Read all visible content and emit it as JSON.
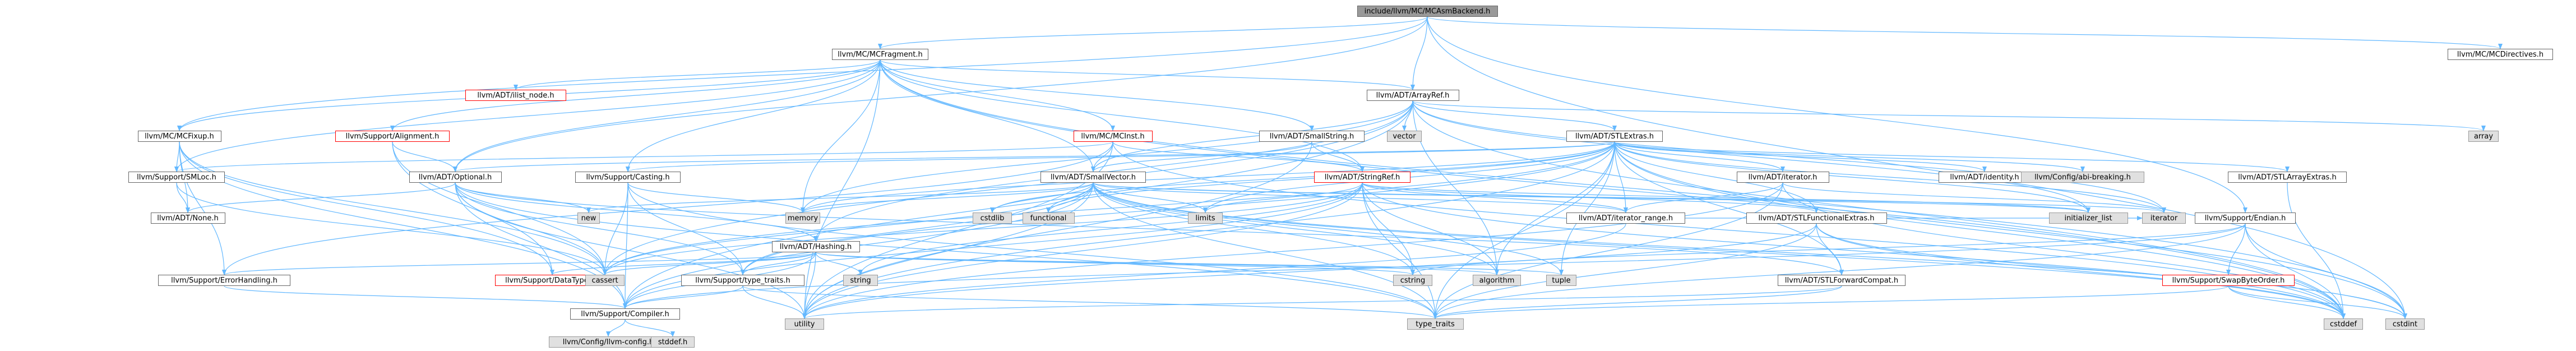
{
  "colors": {
    "edge": "#63b8ff",
    "border": "#666666",
    "truncated_border": "#ff0000",
    "system_fill": "#e0e0e0",
    "root_fill": "#999999"
  },
  "nodes": [
    {
      "id": "n0",
      "label": "include/llvm/MC/MCAsmBackend.h",
      "kind": "root"
    },
    {
      "id": "n1",
      "label": "llvm/MC/MCFragment.h",
      "kind": "normal"
    },
    {
      "id": "n2",
      "label": "llvm/MC/MCDirectives.h",
      "kind": "normal"
    },
    {
      "id": "n3",
      "label": "llvm/ADT/ArrayRef.h",
      "kind": "normal"
    },
    {
      "id": "n4",
      "label": "llvm/ADT/ilist_node.h",
      "kind": "truncated"
    },
    {
      "id": "n5",
      "label": "llvm/MC/MCFixup.h",
      "kind": "normal"
    },
    {
      "id": "n6",
      "label": "llvm/Support/Alignment.h",
      "kind": "truncated"
    },
    {
      "id": "n7",
      "label": "llvm/MC/MCInst.h",
      "kind": "truncated"
    },
    {
      "id": "n8",
      "label": "llvm/ADT/SmallString.h",
      "kind": "normal"
    },
    {
      "id": "n9",
      "label": "vector",
      "kind": "system"
    },
    {
      "id": "n10",
      "label": "llvm/ADT/STLExtras.h",
      "kind": "normal"
    },
    {
      "id": "n11",
      "label": "array",
      "kind": "system"
    },
    {
      "id": "n12",
      "label": "llvm/Support/SMLoc.h",
      "kind": "normal"
    },
    {
      "id": "n13",
      "label": "llvm/ADT/Optional.h",
      "kind": "normal"
    },
    {
      "id": "n14",
      "label": "llvm/Support/Casting.h",
      "kind": "normal"
    },
    {
      "id": "n15",
      "label": "llvm/ADT/SmallVector.h",
      "kind": "normal"
    },
    {
      "id": "n16",
      "label": "llvm/ADT/StringRef.h",
      "kind": "truncated"
    },
    {
      "id": "n17",
      "label": "llvm/ADT/iterator.h",
      "kind": "normal"
    },
    {
      "id": "n18",
      "label": "llvm/ADT/identity.h",
      "kind": "normal"
    },
    {
      "id": "n19",
      "label": "llvm/Config/abi-breaking.h",
      "kind": "system"
    },
    {
      "id": "n20",
      "label": "llvm/ADT/STLArrayExtras.h",
      "kind": "normal"
    },
    {
      "id": "n21",
      "label": "llvm/ADT/None.h",
      "kind": "normal"
    },
    {
      "id": "n22",
      "label": "new",
      "kind": "system"
    },
    {
      "id": "n23",
      "label": "memory",
      "kind": "system"
    },
    {
      "id": "n24",
      "label": "cstdlib",
      "kind": "system"
    },
    {
      "id": "n25",
      "label": "functional",
      "kind": "system"
    },
    {
      "id": "n26",
      "label": "limits",
      "kind": "system"
    },
    {
      "id": "n27",
      "label": "llvm/ADT/iterator_range.h",
      "kind": "normal"
    },
    {
      "id": "n28",
      "label": "llvm/ADT/STLFunctionalExtras.h",
      "kind": "normal"
    },
    {
      "id": "n29",
      "label": "initializer_list",
      "kind": "system"
    },
    {
      "id": "n30",
      "label": "iterator",
      "kind": "system"
    },
    {
      "id": "n31",
      "label": "llvm/Support/Endian.h",
      "kind": "normal"
    },
    {
      "id": "n32",
      "label": "llvm/ADT/Hashing.h",
      "kind": "normal"
    },
    {
      "id": "n33",
      "label": "llvm/Support/ErrorHandling.h",
      "kind": "normal"
    },
    {
      "id": "n34",
      "label": "llvm/Support/DataTypes.h",
      "kind": "truncated"
    },
    {
      "id": "n35",
      "label": "cassert",
      "kind": "system"
    },
    {
      "id": "n36",
      "label": "llvm/Support/type_traits.h",
      "kind": "normal"
    },
    {
      "id": "n37",
      "label": "string",
      "kind": "system"
    },
    {
      "id": "n38",
      "label": "cstring",
      "kind": "system"
    },
    {
      "id": "n39",
      "label": "algorithm",
      "kind": "system"
    },
    {
      "id": "n40",
      "label": "tuple",
      "kind": "system"
    },
    {
      "id": "n41",
      "label": "llvm/ADT/STLForwardCompat.h",
      "kind": "normal"
    },
    {
      "id": "n42",
      "label": "llvm/Support/SwapByteOrder.h",
      "kind": "truncated"
    },
    {
      "id": "n43",
      "label": "llvm/Support/Compiler.h",
      "kind": "normal"
    },
    {
      "id": "n44",
      "label": "utility",
      "kind": "system"
    },
    {
      "id": "n45",
      "label": "type_traits",
      "kind": "system"
    },
    {
      "id": "n46",
      "label": "cstddef",
      "kind": "system"
    },
    {
      "id": "n47",
      "label": "cstdint",
      "kind": "system"
    },
    {
      "id": "n48",
      "label": "llvm/Config/llvm-config.h",
      "kind": "system"
    },
    {
      "id": "n49",
      "label": "stddef.h",
      "kind": "system"
    }
  ],
  "edges": [
    [
      "n0",
      "n1"
    ],
    [
      "n0",
      "n2"
    ],
    [
      "n0",
      "n3"
    ],
    [
      "n0",
      "n5"
    ],
    [
      "n0",
      "n13"
    ],
    [
      "n0",
      "n31"
    ],
    [
      "n0",
      "n47"
    ],
    [
      "n1",
      "n3"
    ],
    [
      "n1",
      "n4"
    ],
    [
      "n1",
      "n5"
    ],
    [
      "n1",
      "n6"
    ],
    [
      "n1",
      "n7"
    ],
    [
      "n1",
      "n8"
    ],
    [
      "n1",
      "n15"
    ],
    [
      "n1",
      "n14"
    ],
    [
      "n1",
      "n12"
    ],
    [
      "n1",
      "n13"
    ],
    [
      "n1",
      "n16"
    ],
    [
      "n1",
      "n23"
    ],
    [
      "n1",
      "n44"
    ],
    [
      "n1",
      "n46"
    ],
    [
      "n1",
      "n47"
    ],
    [
      "n3",
      "n9"
    ],
    [
      "n3",
      "n10"
    ],
    [
      "n3",
      "n11"
    ],
    [
      "n3",
      "n15"
    ],
    [
      "n3",
      "n32"
    ],
    [
      "n3",
      "n43"
    ],
    [
      "n3",
      "n23"
    ],
    [
      "n3",
      "n39"
    ],
    [
      "n3",
      "n35"
    ],
    [
      "n3",
      "n46"
    ],
    [
      "n3",
      "n29"
    ],
    [
      "n3",
      "n30"
    ],
    [
      "n5",
      "n12"
    ],
    [
      "n5",
      "n33"
    ],
    [
      "n5",
      "n34"
    ],
    [
      "n5",
      "n35"
    ],
    [
      "n5",
      "n43"
    ],
    [
      "n5",
      "n21"
    ],
    [
      "n6",
      "n13"
    ],
    [
      "n6",
      "n34"
    ],
    [
      "n6",
      "n35"
    ],
    [
      "n7",
      "n15"
    ],
    [
      "n7",
      "n16"
    ],
    [
      "n7",
      "n12"
    ],
    [
      "n7",
      "n33"
    ],
    [
      "n7",
      "n44"
    ],
    [
      "n7",
      "n46"
    ],
    [
      "n8",
      "n15"
    ],
    [
      "n8",
      "n16"
    ],
    [
      "n8",
      "n44"
    ],
    [
      "n10",
      "n13"
    ],
    [
      "n10",
      "n17"
    ],
    [
      "n10",
      "n18"
    ],
    [
      "n10",
      "n19"
    ],
    [
      "n10",
      "n20"
    ],
    [
      "n10",
      "n27"
    ],
    [
      "n10",
      "n28"
    ],
    [
      "n10",
      "n41"
    ],
    [
      "n10",
      "n36"
    ],
    [
      "n10",
      "n14"
    ],
    [
      "n10",
      "n23"
    ],
    [
      "n10",
      "n24"
    ],
    [
      "n10",
      "n25"
    ],
    [
      "n10",
      "n26"
    ],
    [
      "n10",
      "n29"
    ],
    [
      "n10",
      "n30"
    ],
    [
      "n10",
      "n40"
    ],
    [
      "n10",
      "n39"
    ],
    [
      "n10",
      "n35"
    ],
    [
      "n10",
      "n45"
    ],
    [
      "n10",
      "n44"
    ],
    [
      "n10",
      "n46"
    ],
    [
      "n10",
      "n47"
    ],
    [
      "n12",
      "n21"
    ],
    [
      "n12",
      "n35"
    ],
    [
      "n13",
      "n21"
    ],
    [
      "n13",
      "n32"
    ],
    [
      "n13",
      "n36"
    ],
    [
      "n13",
      "n43"
    ],
    [
      "n13",
      "n22"
    ],
    [
      "n13",
      "n35"
    ],
    [
      "n13",
      "n45"
    ],
    [
      "n13",
      "n44"
    ],
    [
      "n13",
      "n41"
    ],
    [
      "n14",
      "n36"
    ],
    [
      "n14",
      "n43"
    ],
    [
      "n14",
      "n35"
    ],
    [
      "n14",
      "n23"
    ],
    [
      "n14",
      "n45"
    ],
    [
      "n15",
      "n36"
    ],
    [
      "n15",
      "n43"
    ],
    [
      "n15",
      "n27"
    ],
    [
      "n15",
      "n39"
    ],
    [
      "n15",
      "n35"
    ],
    [
      "n15",
      "n46"
    ],
    [
      "n15",
      "n24"
    ],
    [
      "n15",
      "n25"
    ],
    [
      "n15",
      "n29"
    ],
    [
      "n15",
      "n30"
    ],
    [
      "n15",
      "n26"
    ],
    [
      "n15",
      "n23"
    ],
    [
      "n15",
      "n22"
    ],
    [
      "n15",
      "n40"
    ],
    [
      "n15",
      "n45"
    ],
    [
      "n15",
      "n44"
    ],
    [
      "n15",
      "n47"
    ],
    [
      "n15",
      "n38"
    ],
    [
      "n16",
      "n28"
    ],
    [
      "n16",
      "n27"
    ],
    [
      "n16",
      "n43"
    ],
    [
      "n16",
      "n39"
    ],
    [
      "n16",
      "n35"
    ],
    [
      "n16",
      "n46"
    ],
    [
      "n16",
      "n38"
    ],
    [
      "n16",
      "n26"
    ],
    [
      "n16",
      "n37"
    ],
    [
      "n16",
      "n45"
    ],
    [
      "n16",
      "n44"
    ],
    [
      "n16",
      "n29"
    ],
    [
      "n17",
      "n27"
    ],
    [
      "n17",
      "n46"
    ],
    [
      "n17",
      "n30"
    ],
    [
      "n17",
      "n45"
    ],
    [
      "n17",
      "n44"
    ],
    [
      "n20",
      "n46"
    ],
    [
      "n27",
      "n30"
    ],
    [
      "n27",
      "n44"
    ],
    [
      "n28",
      "n41"
    ],
    [
      "n28",
      "n45"
    ],
    [
      "n28",
      "n46"
    ],
    [
      "n28",
      "n44"
    ],
    [
      "n28",
      "n47"
    ],
    [
      "n31",
      "n42"
    ],
    [
      "n31",
      "n43"
    ],
    [
      "n31",
      "n46"
    ],
    [
      "n31",
      "n47"
    ],
    [
      "n31",
      "n45"
    ],
    [
      "n31",
      "n38"
    ],
    [
      "n32",
      "n33"
    ],
    [
      "n32",
      "n34"
    ],
    [
      "n32",
      "n36"
    ],
    [
      "n32",
      "n43"
    ],
    [
      "n32",
      "n39"
    ],
    [
      "n32",
      "n35"
    ],
    [
      "n32",
      "n38"
    ],
    [
      "n32",
      "n37"
    ],
    [
      "n32",
      "n40"
    ],
    [
      "n32",
      "n44"
    ],
    [
      "n33",
      "n43"
    ],
    [
      "n36",
      "n43"
    ],
    [
      "n36",
      "n44"
    ],
    [
      "n36",
      "n45"
    ],
    [
      "n41",
      "n45"
    ],
    [
      "n41",
      "n44"
    ],
    [
      "n42",
      "n46"
    ],
    [
      "n42",
      "n47"
    ],
    [
      "n42",
      "n45"
    ],
    [
      "n43",
      "n48"
    ],
    [
      "n43",
      "n49"
    ]
  ]
}
